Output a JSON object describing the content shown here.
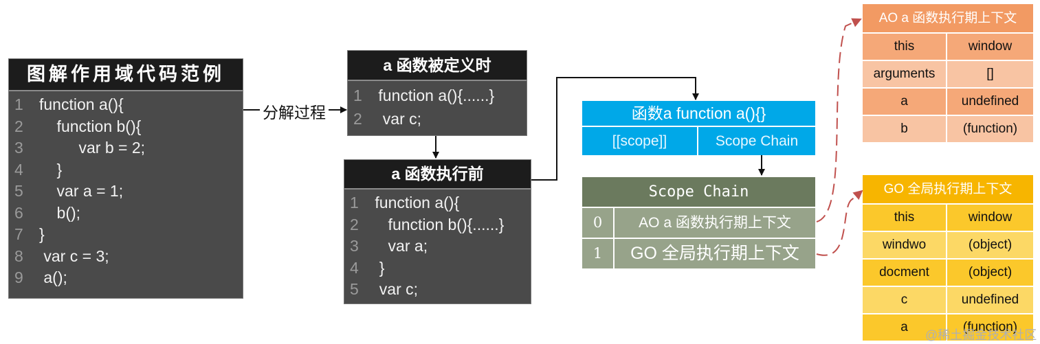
{
  "source_panel": {
    "title": "图解作用域代码范例",
    "lines": [
      {
        "n": "1",
        "text": "function a(){"
      },
      {
        "n": "2",
        "text": "    function b(){"
      },
      {
        "n": "3",
        "text": "         var b = 2;"
      },
      {
        "n": "4",
        "text": "    }"
      },
      {
        "n": "5",
        "text": "    var a = 1;"
      },
      {
        "n": "6",
        "text": "    b();"
      },
      {
        "n": "7",
        "text": "}"
      },
      {
        "n": "8",
        "text": " var c = 3;"
      },
      {
        "n": "9",
        "text": " a();"
      }
    ]
  },
  "decompose_label": "分解过程",
  "defined_panel": {
    "title": "a 函数被定义时",
    "lines": [
      {
        "n": "1",
        "text": " function a(){......}"
      },
      {
        "n": "2",
        "text": "  var c;"
      }
    ]
  },
  "before_panel": {
    "title": "a 函数执行前",
    "lines": [
      {
        "n": "1",
        "text": " function a(){"
      },
      {
        "n": "2",
        "text": "    function b(){......}"
      },
      {
        "n": "3",
        "text": "    var a;"
      },
      {
        "n": "4",
        "text": "  }"
      },
      {
        "n": "5",
        "text": "  var c;"
      }
    ]
  },
  "function_object": {
    "title": "函数a function a(){}",
    "scope_label": "[[scope]]",
    "chain_label": "Scope Chain"
  },
  "scope_chain": {
    "title": "Scope Chain",
    "rows": [
      {
        "index": "0",
        "value": "AO a 函数执行期上下文"
      },
      {
        "index": "1",
        "value": "GO 全局执行期上下文"
      }
    ]
  },
  "ao_context": {
    "title": "AO a 函数执行期上下文",
    "rows": [
      {
        "key": "this",
        "value": "window"
      },
      {
        "key": "arguments",
        "value": "[]"
      },
      {
        "key": "a",
        "value": "undefined"
      },
      {
        "key": "b",
        "value": "(function)"
      }
    ]
  },
  "go_context": {
    "title": "GO 全局执行期上下文",
    "rows": [
      {
        "key": "this",
        "value": "window"
      },
      {
        "key": "windwo",
        "value": "(object)"
      },
      {
        "key": "docment",
        "value": "(object)"
      },
      {
        "key": "c",
        "value": "undefined"
      },
      {
        "key": "a",
        "value": "(function)"
      }
    ]
  },
  "watermark": "@稀土掘金技术社区",
  "colors": {
    "code_bg": "#4a4a4a",
    "code_header": "#1c1c1c",
    "scope_blue": "#00a8e8",
    "chain_dark": "#6b7a5e",
    "chain_light": "#97a38a",
    "ao_title": "#f29a63",
    "ao_row_dark": "#f5a878",
    "ao_row_light": "#f8c4a3",
    "go_title": "#f7b500",
    "go_row_dark": "#fbc82b",
    "go_row_light": "#fcd865",
    "dashed_arrow": "#c0504d"
  }
}
